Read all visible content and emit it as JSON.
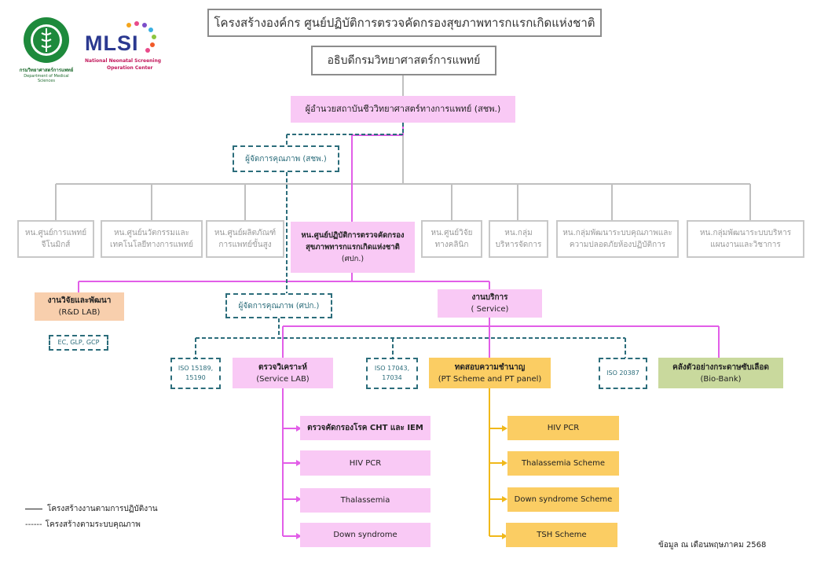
{
  "logos": {
    "ministry_caption_1": "กรมวิทยาศาสตร์การแพทย์",
    "ministry_caption_2": "Department of Medical Sciences",
    "mlsi_word": "MLSI",
    "mlsi_caption_1": "National Neonatal Screening",
    "mlsi_caption_2": "Operation Center"
  },
  "title": "โครงสร้างองค์กร ศูนย์ปฏิบัติการตรวจคัดกรองสุขภาพทารกแรกเกิดแห่งชาติ",
  "director_general": "อธิบดีกรมวิทยาศาสตร์การแพทย์",
  "institute_director": "ผู้อำนวยสถาบันชีววิทยาศาสตร์ทางการแพทย์ (สชพ.)",
  "quality_manager_institute": "ผู้จัดการคุณภาพ (สชพ.)",
  "centers": [
    {
      "line1": "หน.ศูนย์การแพทย์",
      "line2": "จีโนมิกส์"
    },
    {
      "line1": "หน.ศูนย์นวัตกรรมและ",
      "line2": "เทคโนโลยีทางการแพทย์"
    },
    {
      "line1": "หน.ศูนย์ผลิตภัณฑ์",
      "line2": "การแพทย์ขั้นสูง"
    },
    {
      "line1": "หน.ศูนย์วิจัย",
      "line2": "ทางคลินิก"
    },
    {
      "line1": "หน.กลุ่ม",
      "line2": "บริหารจัดการ"
    },
    {
      "line1": "หน.กลุ่มพัฒนาระบบคุณภาพและ",
      "line2": "ความปลอดภัยห้องปฏิบัติการ"
    },
    {
      "line1": "หน.กลุ่มพัฒนาระบบบริหาร",
      "line2": "แผนงานและวิชาการ"
    }
  ],
  "main_center": {
    "line1": "หน.ศูนย์ปฏิบัติการตรวจคัดกรอง",
    "line2": "สุขภาพทารกแรกเกิดแห่งชาติ",
    "line3": "(ศปก.)"
  },
  "rd": {
    "line1": "งานวิจัยและพัฒนา",
    "line2": "(R&D LAB)",
    "standard": "EC, GLP, GCP"
  },
  "quality_manager_center": "ผู้จัดการคุณภาพ (ศปก.)",
  "service": {
    "line1": "งานบริการ",
    "line2": "( Service)"
  },
  "iso_15189": {
    "line1": "ISO 15189,",
    "line2": "15190"
  },
  "service_lab": {
    "line1": "ตรวจวิเคราะห์",
    "line2": "(Service LAB)"
  },
  "iso_17043": {
    "line1": "ISO 17043,",
    "line2": "17034"
  },
  "pt": {
    "line1": "ทดสอบความชำนาญ",
    "line2": "(PT Scheme and PT panel)"
  },
  "iso_20387": "ISO 20387",
  "biobank": {
    "line1": "คลังตัวอย่างกระดาษซับเลือด",
    "line2": "(Bio-Bank)"
  },
  "lab_items": [
    "ตรวจคัดกรองโรค CHT และ IEM",
    "HIV PCR",
    "Thalassemia",
    "Down syndrome"
  ],
  "pt_items": [
    "HIV PCR",
    "Thalassemia Scheme",
    "Down syndrome Scheme",
    "TSH Scheme"
  ],
  "legend": {
    "solid": "โครงสร้างงานตามการปฏิบัติงาน",
    "dashed_marker": "------",
    "dashed": "โครงสร้างตามระบบคุณภาพ"
  },
  "footer_date": "ข้อมูล ณ เดือนพฤษภาคม 2568",
  "colors": {
    "pink": "#f9c9f5",
    "magenta_line": "#e25ee8",
    "yellow": "#fbcd63",
    "yellow_line": "#f0b81a",
    "peach": "#f8cfad",
    "green": "#c9d99d",
    "teal_dash": "#2c6d7b",
    "gray": "#c8c8c8"
  }
}
